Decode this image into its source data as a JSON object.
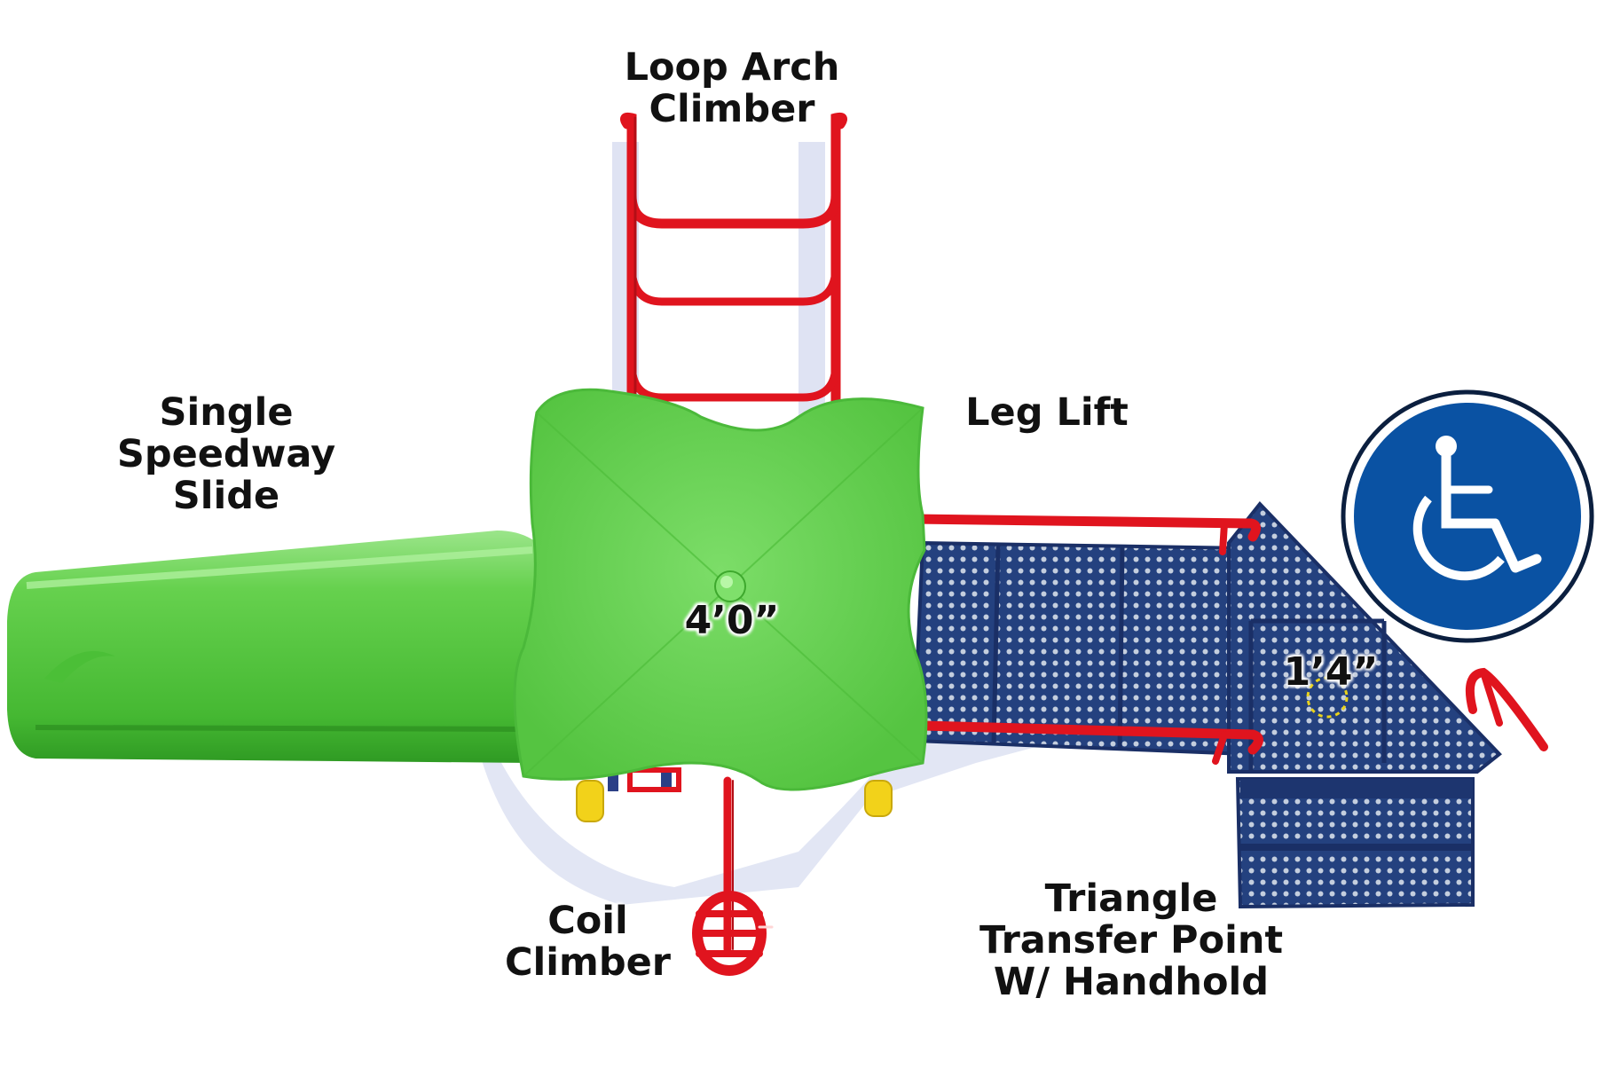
{
  "labels": {
    "loop_arch_climber": "Loop Arch\nClimber",
    "single_speedway_slide": "Single\nSpeedway\nSlide",
    "leg_lift": "Leg Lift",
    "coil_climber": "Coil\nClimber",
    "triangle_transfer_point": "Triangle\nTransfer Point\nW/ Handhold"
  },
  "heights": {
    "deck": "4’0”",
    "transfer_point": "1’4”"
  },
  "accessibility_icon": "wheelchair-accessible-icon",
  "colors": {
    "roof_green": "#6fd55c",
    "slide_green": "#5fce48",
    "frame_red": "#e51b24",
    "deck_blue": "#1f3a7d",
    "support_yellow": "#f2d21a",
    "accessibility_blue": "#0a52a3"
  }
}
